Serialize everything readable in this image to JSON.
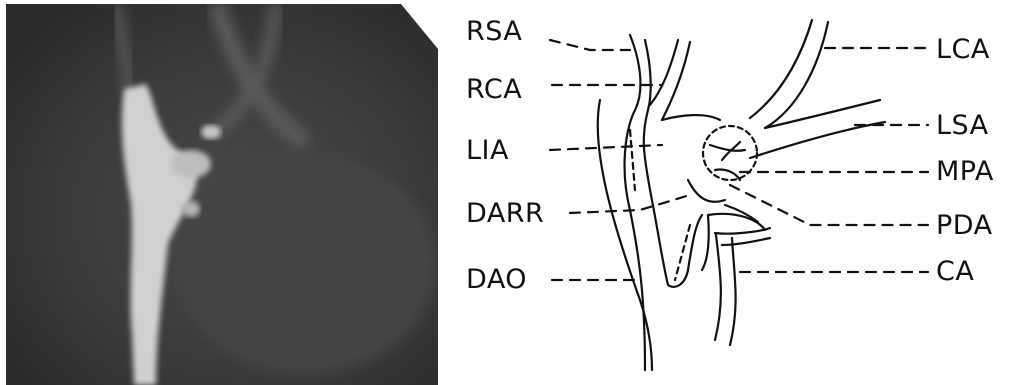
{
  "labels": {
    "left": [
      "RSA",
      "RCA",
      "LIA",
      "DARR",
      "DAO"
    ],
    "right": [
      "LCA",
      "LSA",
      "MPA",
      "PDA",
      "CA"
    ]
  },
  "colors": {
    "ink": "#111111",
    "photo_dark": "#2a2a2a",
    "photo_contrast": "#d8d8d8"
  }
}
